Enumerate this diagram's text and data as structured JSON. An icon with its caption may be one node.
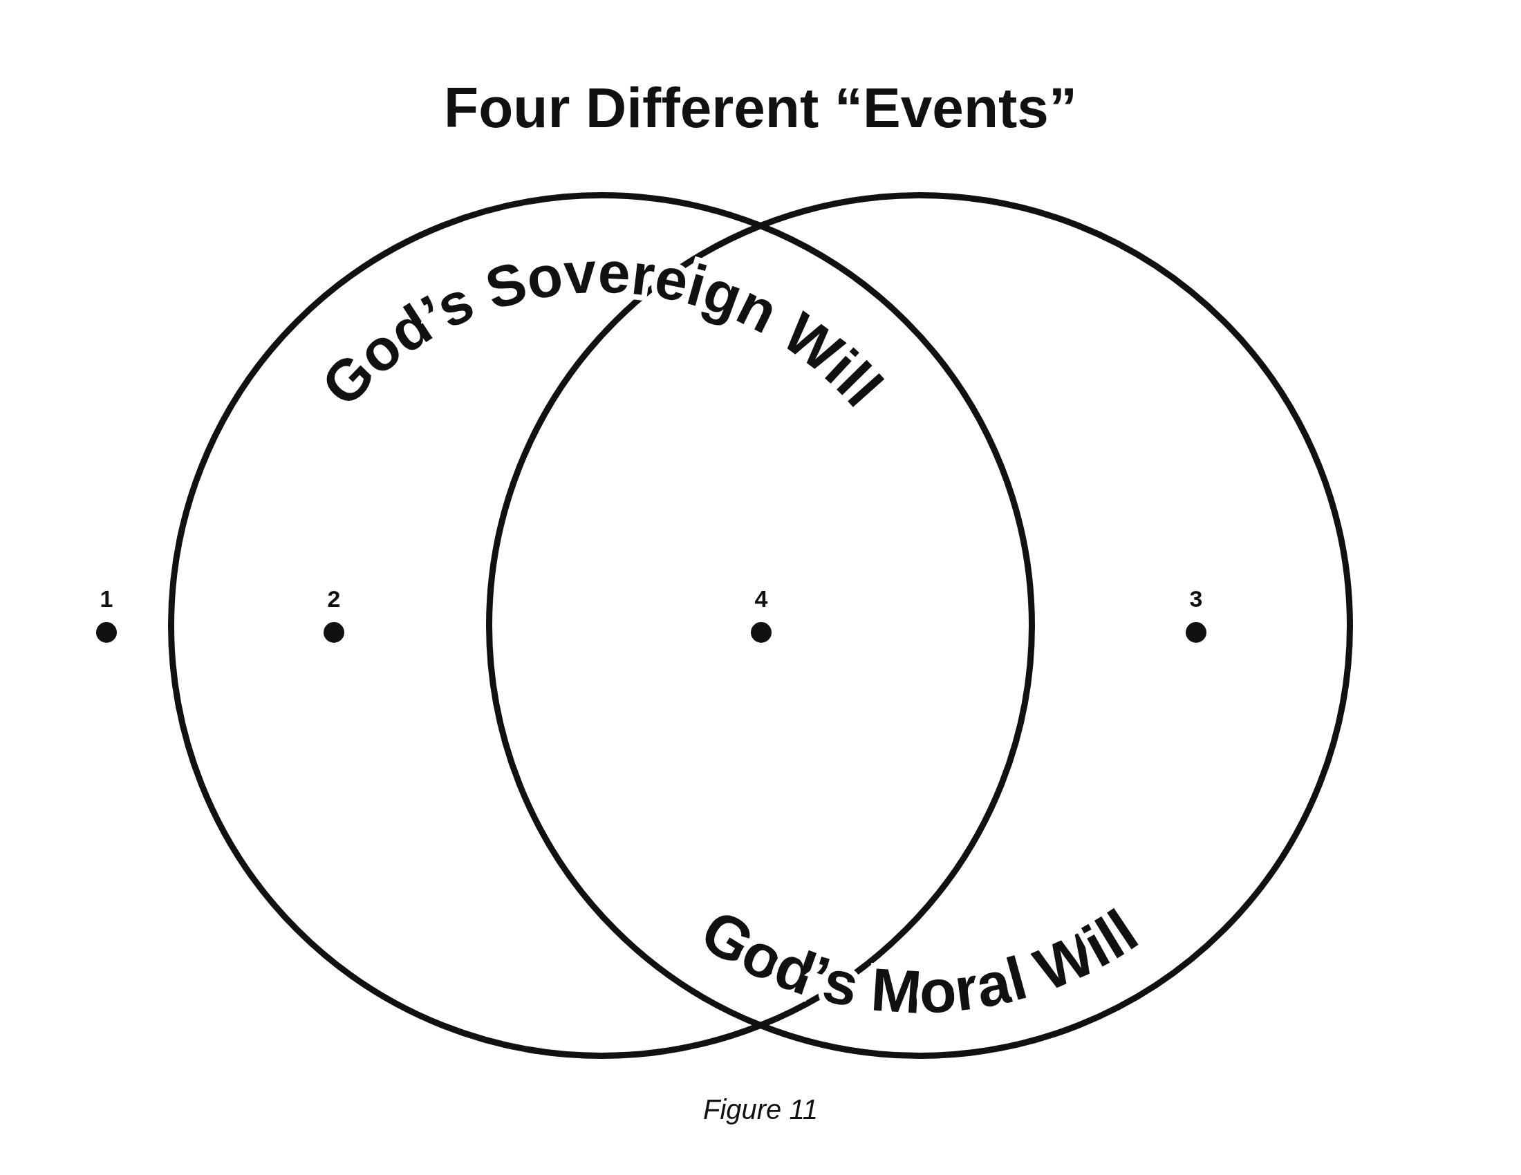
{
  "diagram": {
    "title": "Four Different “Events”",
    "caption": "Figure 11",
    "nodes": [
      {
        "text": [
          "God’s Sovereign Will"
        ]
      },
      {
        "text": [
          "God’s Moral Will"
        ]
      },
      {
        "text": [],
        "shape": "circle",
        "beside": [
          "1"
        ]
      },
      {
        "text": [],
        "shape": "circle",
        "beside": [
          "2"
        ],
        "in": 0
      },
      {
        "text": [],
        "shape": "circle",
        "beside": [
          "4"
        ]
      },
      {
        "text": [],
        "shape": "circle",
        "beside": [
          "3"
        ],
        "in": 1
      }
    ],
    "edges": []
  }
}
